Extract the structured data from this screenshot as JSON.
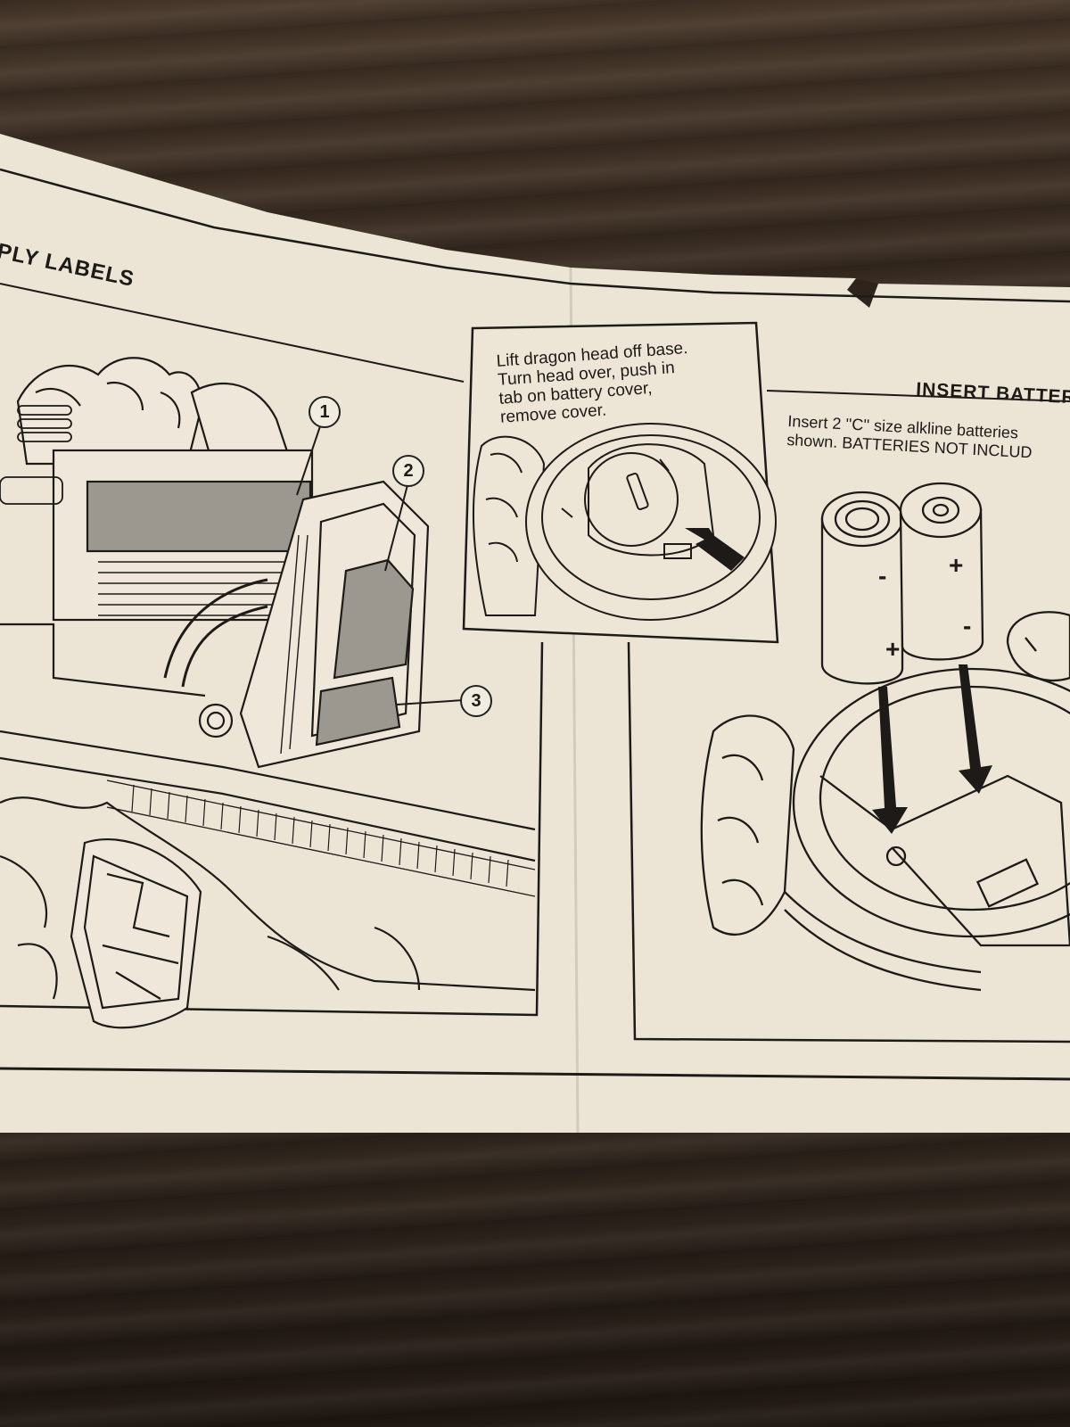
{
  "labels_section": {
    "title": "PLY LABELS",
    "callouts": [
      "1",
      "2",
      "3"
    ]
  },
  "battery_cover_step": {
    "lines": [
      "Lift dragon head off base.",
      "Turn head over, push in",
      "tab on battery cover,",
      "remove cover."
    ]
  },
  "insert_batteries_section": {
    "title": "INSERT BATTER",
    "lines": [
      "Insert 2 ''C'' size alkline batteries",
      "shown. BATTERIES NOT INCLUD"
    ],
    "polarity": [
      "-",
      "+",
      "+",
      "-"
    ]
  },
  "colors": {
    "paper": "#ece5d6",
    "ink": "#1d1a17",
    "wood": "#3a2f26"
  }
}
